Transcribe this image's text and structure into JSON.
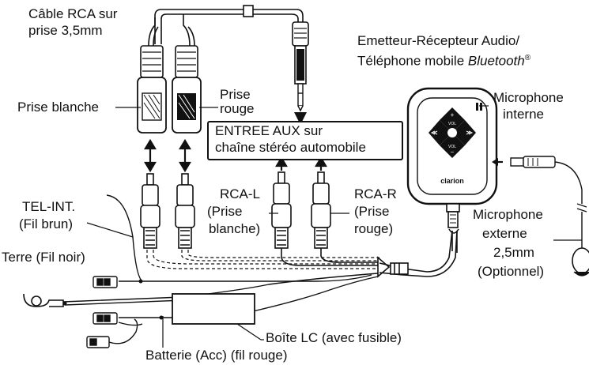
{
  "labels": {
    "cable_rca_line1": "Câble RCA sur",
    "cable_rca_line2": "prise 3,5mm",
    "prise_blanche": "Prise blanche",
    "prise_rouge_line1": "Prise",
    "prise_rouge_line2": "rouge",
    "aux_line1": "ENTREE AUX sur",
    "aux_line2": "chaîne stéréo automobile",
    "emetteur_line1": "Emetteur-Récepteur Audio/",
    "emetteur_line2_prefix": "Téléphone mobile ",
    "emetteur_line2_bluetooth": "Bluetooth",
    "emetteur_reg": "®",
    "micro_interne_line1": "Microphone",
    "micro_interne_line2": "interne",
    "tel_int_line1": "TEL-INT.",
    "tel_int_line2": "(Fil brun)",
    "rca_l_line1": "RCA-L",
    "rca_l_line2": "(Prise",
    "rca_l_line3": "blanche)",
    "rca_r_line1": "RCA-R",
    "rca_r_line2": "(Prise",
    "rca_r_line3": "rouge)",
    "micro_externe_line1": "Microphone",
    "micro_externe_line2": "externe",
    "micro_externe_line3": "2,5mm",
    "micro_externe_line4": "(Optionnel)",
    "terre": "Terre (Fil noir)",
    "boite_lc": "Boîte LC (avec fusible)",
    "batterie": "Batterie (Acc) (fil rouge)",
    "vol_up": "VOL",
    "vol_down": "VOL",
    "plus": "+",
    "minus": "−",
    "brand": "clarion"
  }
}
